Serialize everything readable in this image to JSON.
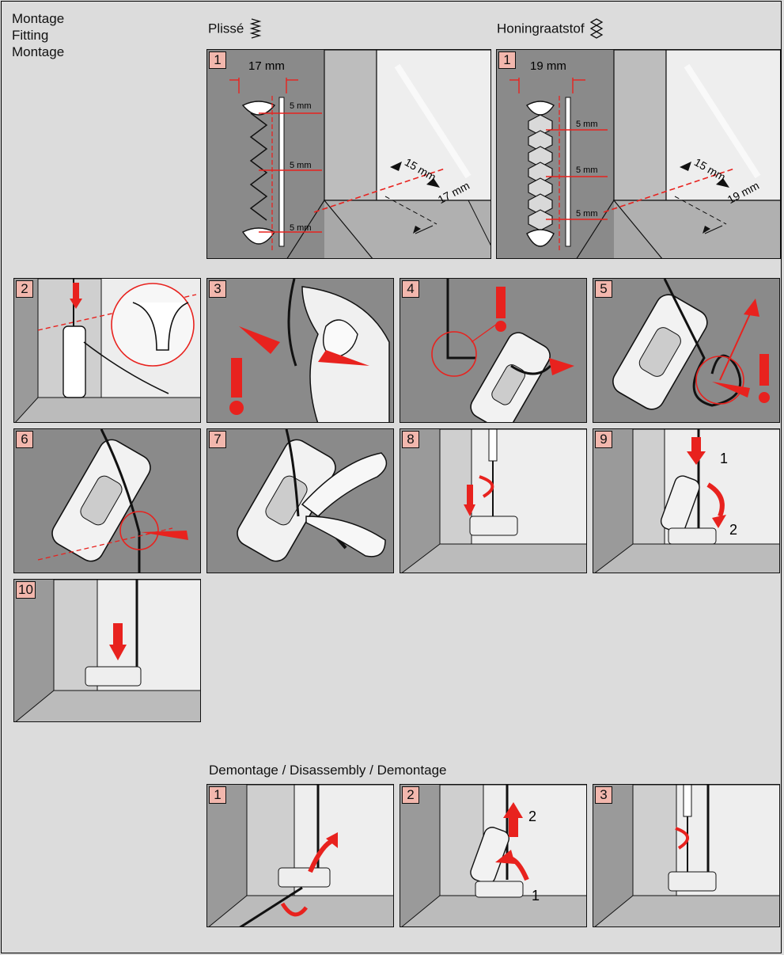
{
  "header": {
    "title_lines": [
      "Montage",
      "Fitting",
      "Montage"
    ],
    "plisse_label": "Plissé",
    "honing_label": "Honingraatstof",
    "plisse_icon": "pleat-zigzag-icon",
    "honing_icon": "honeycomb-icon"
  },
  "top": {
    "plisse": {
      "step": "1",
      "width": "17 mm",
      "gap1": "5 mm",
      "gap2": "5 mm",
      "gap3": "5 mm",
      "offset": "15 mm",
      "depth": "17 mm"
    },
    "honing": {
      "step": "1",
      "width": "19 mm",
      "gap1": "5 mm",
      "gap2": "5 mm",
      "gap3": "5 mm",
      "offset": "15 mm",
      "depth": "19 mm"
    }
  },
  "steps": [
    "2",
    "3",
    "4",
    "5",
    "6",
    "7",
    "8",
    "9",
    "10"
  ],
  "step9": {
    "n1": "1",
    "n2": "2"
  },
  "demontage": {
    "title": "Demontage / Disassembly / Demontage",
    "steps": [
      "1",
      "2",
      "3"
    ],
    "step2": {
      "n1": "1",
      "n2": "2"
    }
  },
  "colors": {
    "accent": "#e8221e",
    "panel": "#8a8a8a",
    "badge": "#f2b7ad",
    "page": "#dcdcdc"
  }
}
